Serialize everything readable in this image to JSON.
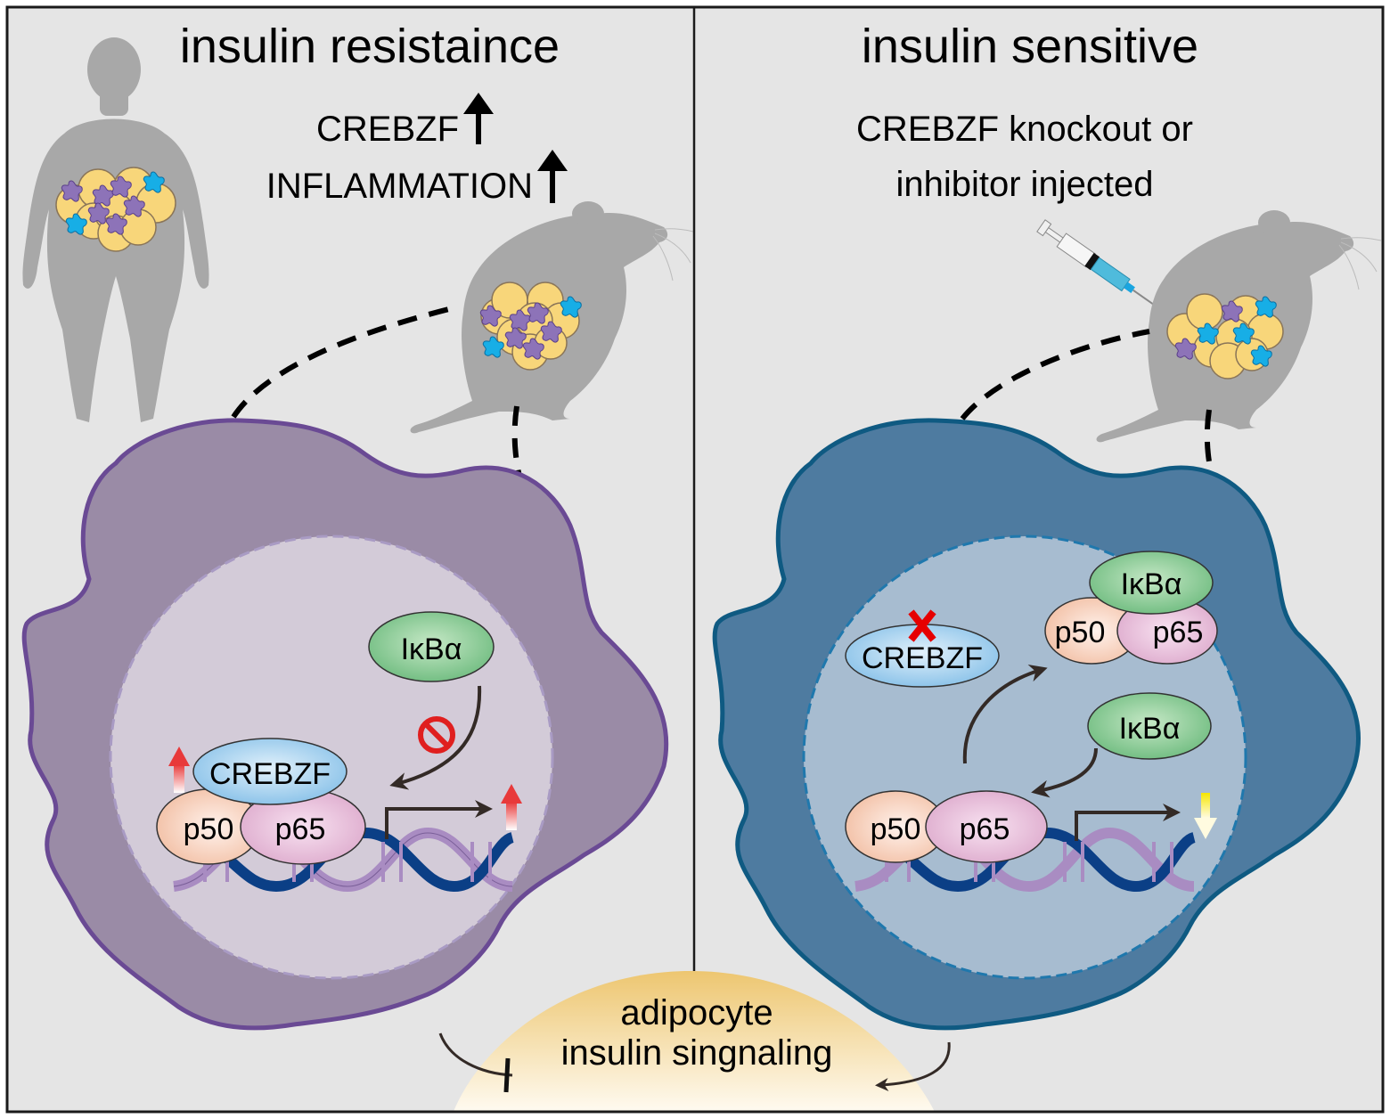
{
  "colors": {
    "panel_bg": "#e5e5e5",
    "border": "#1a1a1a",
    "left_cell_fill": "#9a8ba6",
    "left_cell_stroke": "#6a4a94",
    "left_nucleus_fill": "#d3cbd8",
    "right_cell_fill": "#4e7ba0",
    "right_cell_stroke": "#0f5a82",
    "right_nucleus_fill": "#a7bcd0",
    "silhouette": "#a8a8a8",
    "fat_cell": "#f8d67a",
    "macrophage_purple": "#8d73b8",
    "macrophage_blue": "#17aee6",
    "ikba": "#7cc48a",
    "crebzf": "#9ccbec",
    "p50": "#f6cdb8",
    "p65": "#e6bcd8",
    "dna_blue": "#0b3f86",
    "dna_purple": "#a98cc2",
    "up_arrow": "#e8393a",
    "down_arrow": "#f4e400",
    "inhibit_sign": "#e01f1f",
    "knockout_x": "#e60000",
    "adipocyte_top": "#eecb7b",
    "adipocyte_bottom": "#fffaf0",
    "pathway_arrow": "#332a26"
  },
  "left_panel": {
    "title": "insulin resistaince",
    "line1": "CREBZF",
    "line2": "INFLAMMATION",
    "nucleus": {
      "ikba": "IκBα",
      "crebzf": "CREBZF",
      "p50": "p50",
      "p65": "p65"
    }
  },
  "right_panel": {
    "title": "insulin sensitive",
    "line1": "CREBZF knockout or",
    "line2": "inhibitor injected",
    "nucleus": {
      "crebzf": "CREBZF",
      "ikba_complex": "IκBα",
      "p50_complex": "p50",
      "p65_complex": "p65",
      "ikba_free": "IκBα",
      "p50": "p50",
      "p65": "p65"
    }
  },
  "bottom": {
    "line1": "adipocyte",
    "line2": "insulin singnaling"
  }
}
